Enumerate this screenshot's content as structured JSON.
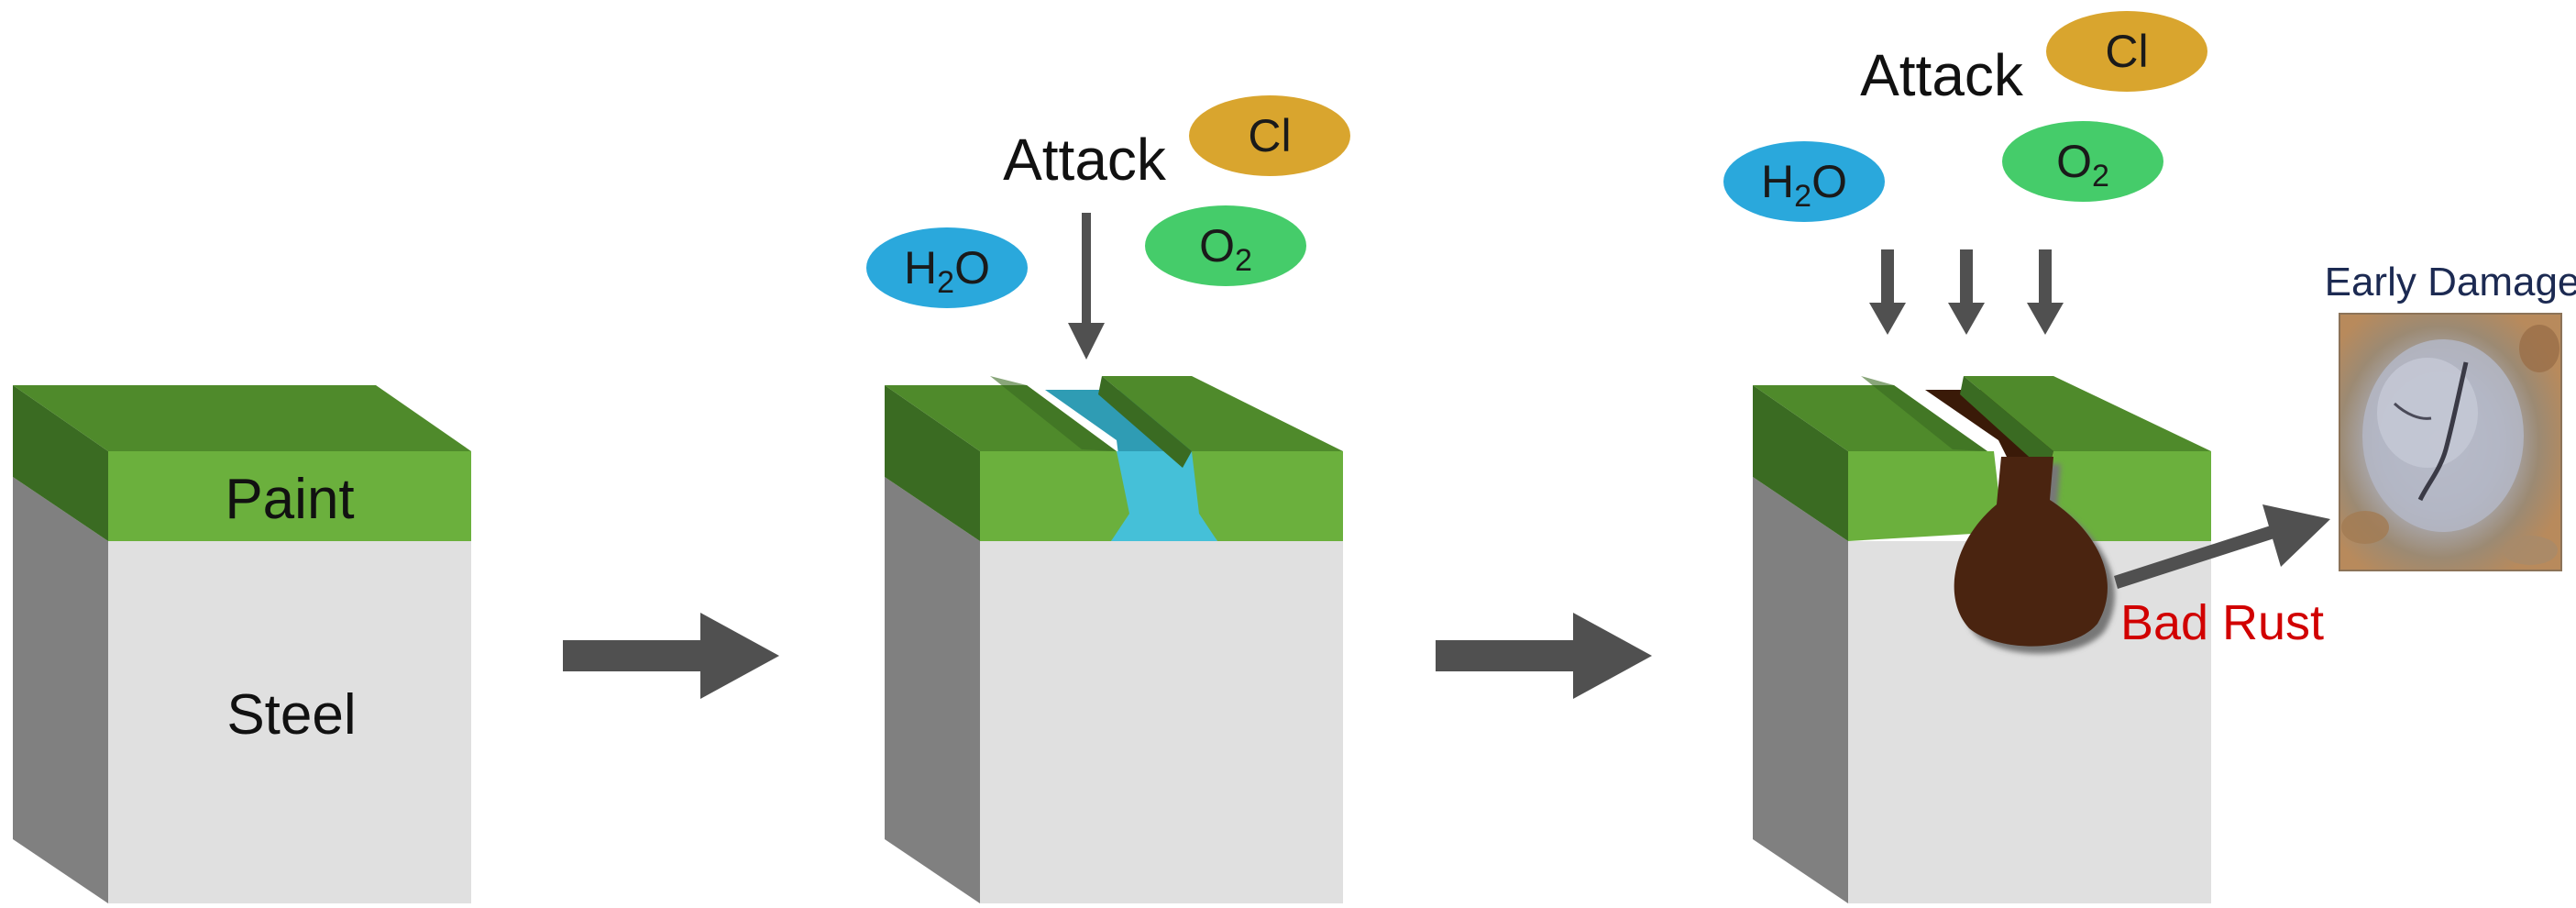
{
  "labels": {
    "paint": "Paint",
    "steel": "Steel",
    "attack_1": "Attack",
    "attack_2": "Attack",
    "bad_rust": "Bad Rust",
    "early_damage": "Early Damage"
  },
  "molecules": {
    "h2o_main": "H",
    "h2o_sub": "2",
    "h2o_tail": "O",
    "o2_main": "O",
    "o2_sub": "2",
    "cl": "Cl"
  },
  "colors": {
    "paint_top": "#4f8a2b",
    "paint_front": "#6bb03d",
    "paint_side": "#3a6b22",
    "steel_front": "#e0e0e0",
    "steel_side": "#808080",
    "water": "#45c0d8",
    "rust": "#4a2410",
    "cl_bubble": "#d9a52e",
    "o2_bubble": "#45cc6a",
    "h2o_bubble": "#2aa8dc",
    "arrow": "#505050",
    "rust_label": "#d10000",
    "early_damage_label": "#1c2a52"
  },
  "icons": [
    "arrow-right-icon",
    "arrow-down-icon",
    "rust-photo"
  ]
}
